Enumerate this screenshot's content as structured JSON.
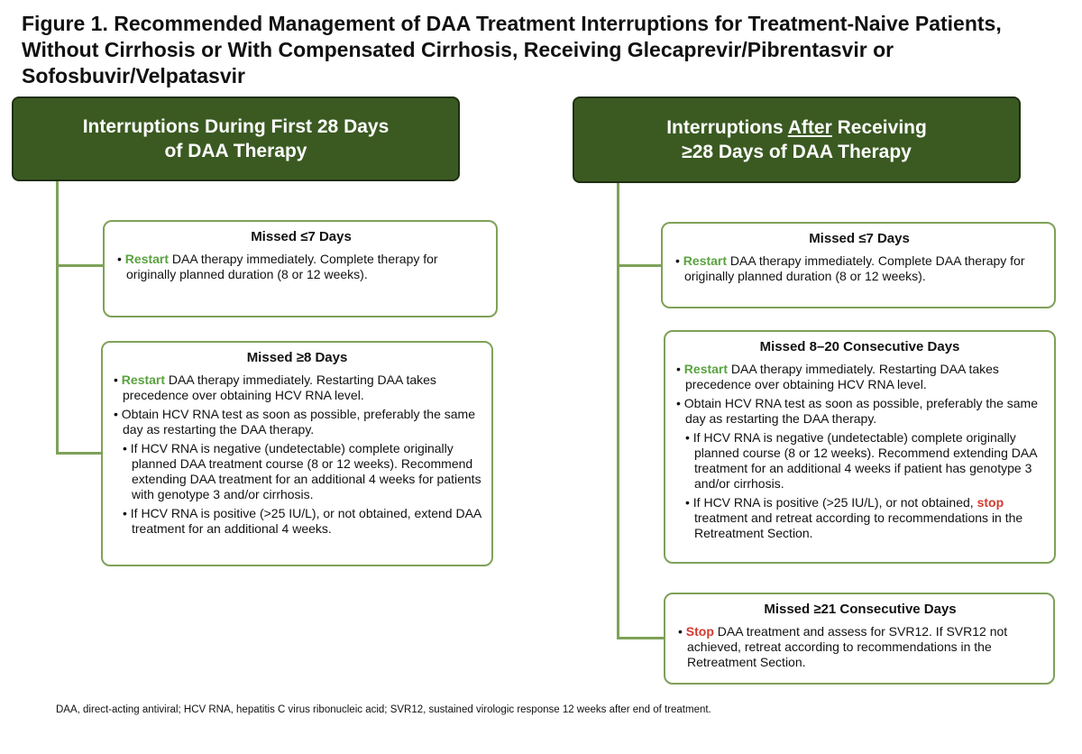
{
  "title": "Figure 1. Recommended Management of DAA Treatment Interruptions for Treatment-Naive Patients, Without Cirrhosis or With Compensated Cirrhosis, Receiving Glecaprevir/Pibrentasvir or Sofosbuvir/Velpatasvir",
  "left": {
    "header_line1": "Interruptions During First 28 Days",
    "header_line2": "of DAA Therapy",
    "box1": {
      "title": "Missed ≤7 Days",
      "b1_key": "Restart",
      "b1_text": " DAA therapy immediately. Complete therapy for originally planned duration (8 or 12 weeks)."
    },
    "box2": {
      "title": "Missed ≥8 Days",
      "b1_key": "Restart",
      "b1_text": " DAA therapy immediately.  Restarting DAA takes precedence over obtaining HCV RNA level.",
      "b2_text": "Obtain HCV RNA test as soon as possible, preferably the same day as restarting the DAA therapy.",
      "b3_text": "If HCV RNA is negative (undetectable) complete originally planned DAA treatment course (8 or 12 weeks). Recommend extending DAA treatment for an additional 4 weeks for patients with genotype 3 and/or cirrhosis.",
      "b4_text": "If HCV RNA is positive (>25 IU/L), or not obtained, extend DAA treatment for an additional 4 weeks."
    }
  },
  "right": {
    "header_part1": "Interruptions ",
    "header_after": "After",
    "header_part2": " Receiving",
    "header_line2": "≥28 Days of DAA Therapy",
    "box1": {
      "title": "Missed ≤7 Days",
      "b1_key": "Restart",
      "b1_text": " DAA therapy immediately. Complete DAA therapy for originally planned duration (8 or 12 weeks)."
    },
    "box2": {
      "title": "Missed 8–20 Consecutive Days",
      "b1_key": "Restart",
      "b1_text": " DAA therapy immediately. Restarting DAA takes precedence over obtaining HCV RNA level.",
      "b2_text": "Obtain HCV RNA test as soon as possible, preferably the same day as restarting the DAA therapy.",
      "b3_text": "If HCV RNA is negative (undetectable) complete originally planned course (8 or 12 weeks). Recommend extending DAA treatment for an additional 4 weeks if patient has genotype 3 and/or cirrhosis.",
      "b4_pre": "If HCV RNA is positive (>25 IU/L), or not obtained, ",
      "b4_key": "stop",
      "b4_post": " treatment and retreat according to recommendations in the Retreatment Section."
    },
    "box3": {
      "title": "Missed ≥21 Consecutive Days",
      "b1_key": "Stop",
      "b1_text": " DAA treatment and assess for SVR12. If SVR12 not achieved, retreat according to recommendations in the Retreatment Section."
    }
  },
  "footnote": "DAA, direct-acting antiviral; HCV RNA, hepatitis C virus ribonucleic acid; SVR12, sustained virologic response 12 weeks after end of treatment.",
  "colors": {
    "header_bg": "#3b5a22",
    "connector": "#7ea158",
    "restart_green": "#5aa240",
    "stop_red": "#d23a30"
  }
}
